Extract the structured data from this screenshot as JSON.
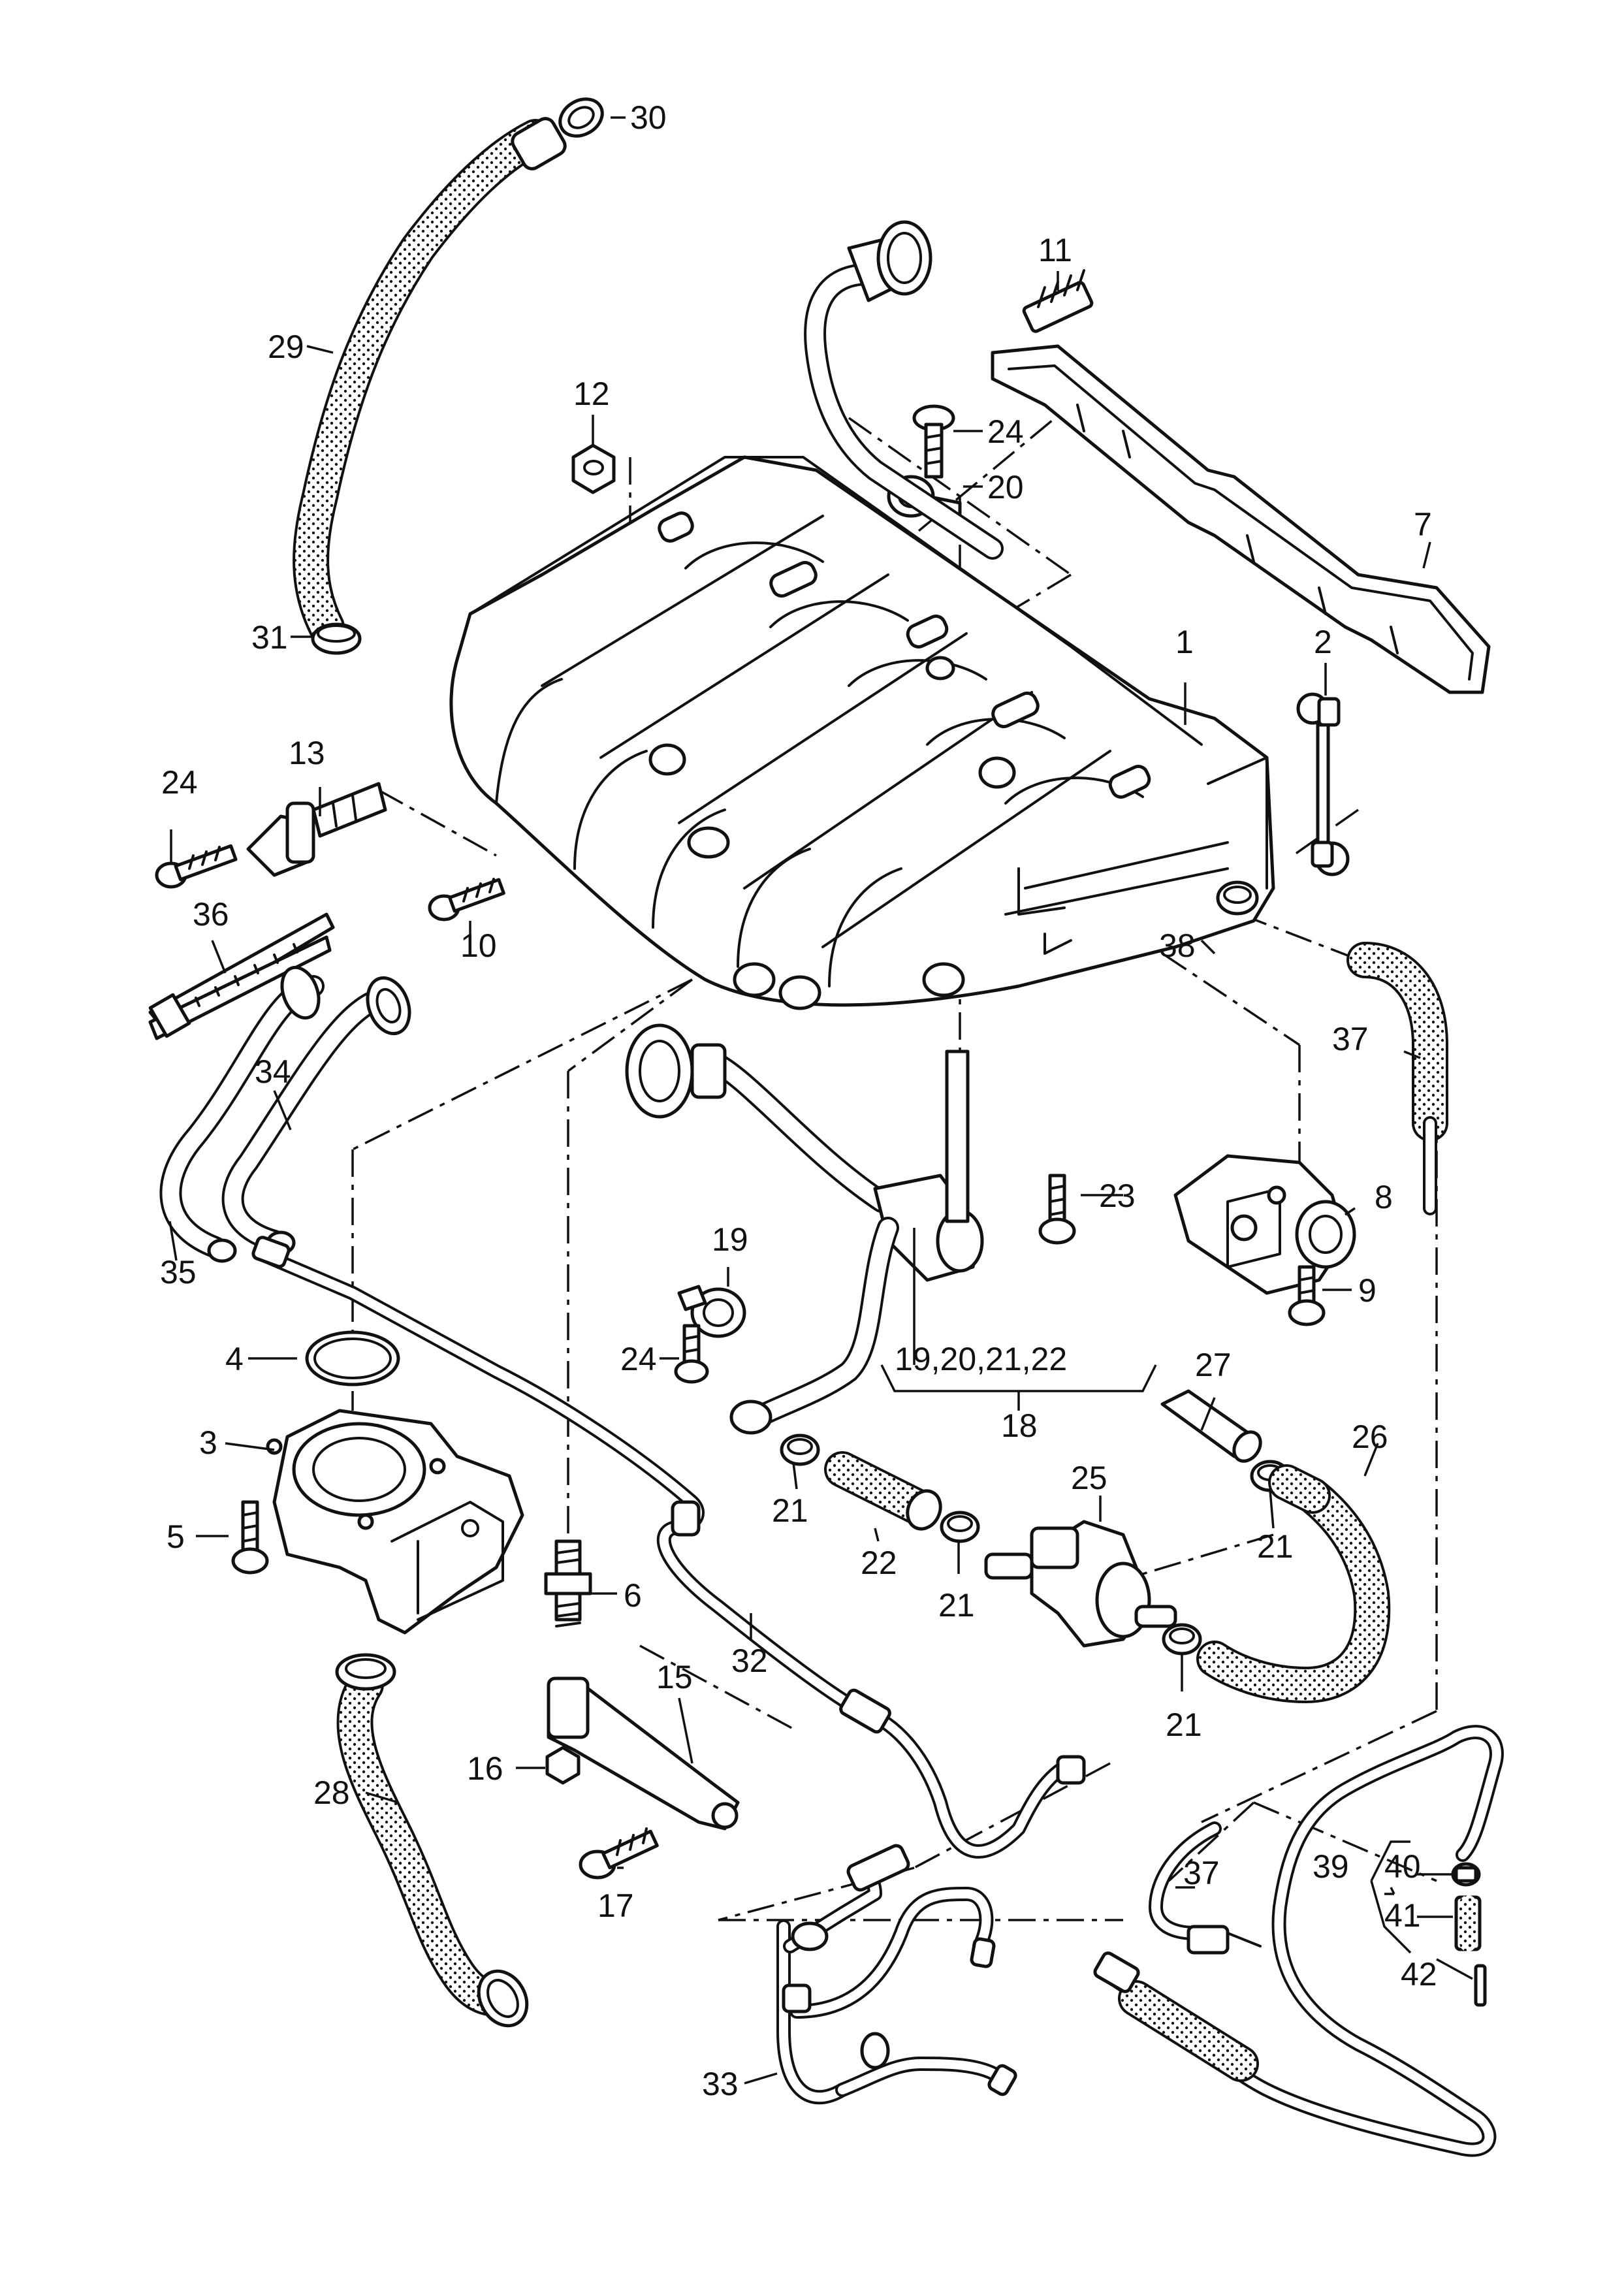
{
  "callouts": {
    "c1": "1",
    "c2": "2",
    "c3": "3",
    "c4": "4",
    "c5": "5",
    "c6": "6",
    "c7": "7",
    "c8": "8",
    "c9": "9",
    "c10": "10",
    "c11": "11",
    "c12": "12",
    "c13": "13",
    "c15": "15",
    "c16": "16",
    "c17": "17",
    "c18": "18",
    "c18_group": "19,20,21,22",
    "c19": "19",
    "c20": "20",
    "c21a": "21",
    "c21b": "21",
    "c21c": "21",
    "c21d": "21",
    "c22": "22",
    "c23": "23",
    "c24a": "24",
    "c24b": "24",
    "c24c": "24",
    "c25": "25",
    "c26": "26",
    "c27": "27",
    "c28": "28",
    "c29": "29",
    "c30": "30",
    "c31": "31",
    "c32": "32",
    "c33": "33",
    "c34": "34",
    "c35": "35",
    "c36": "36",
    "c37a": "37",
    "c37b": "37",
    "c38": "38",
    "c39": "39",
    "c40": "40",
    "c41": "41",
    "c42": "42"
  }
}
